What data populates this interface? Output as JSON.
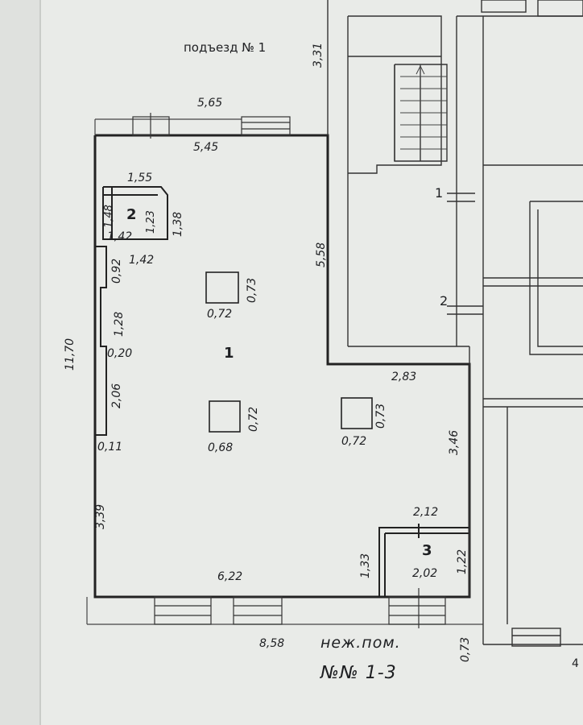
{
  "header": {
    "entrance_label": "подъезд № 1"
  },
  "footer": {
    "premises_label": "неж.пом.",
    "premises_numbers": "№№ 1-3"
  },
  "rooms": {
    "room1": "1",
    "room2": "2",
    "room3": "3",
    "stair1": "1",
    "stair2": "2"
  },
  "dimensions": {
    "d331": "3,31",
    "d565": "5,65",
    "d545": "5,45",
    "d155": "1,55",
    "d148": "1,48",
    "d123": "1,23",
    "d138": "1,38",
    "d142a": "1,42",
    "d142b": "1,42",
    "d092": "0,92",
    "d558": "5,58",
    "d073a": "0,73",
    "d072a": "0,72",
    "d128": "1,28",
    "d1170": "11,70",
    "d020": "0,20",
    "d206": "2,06",
    "d283": "2,83",
    "d072b": "0,72",
    "d068": "0,68",
    "d073b": "0,73",
    "d072c": "0,72",
    "d346": "3,46",
    "d011": "0,11",
    "d339": "3,39",
    "d212": "2,12",
    "d133": "1,33",
    "d202": "2,02",
    "d122": "1,22",
    "d622": "6,22",
    "d858": "8,58",
    "d073c": "0,73",
    "d4": "4"
  }
}
